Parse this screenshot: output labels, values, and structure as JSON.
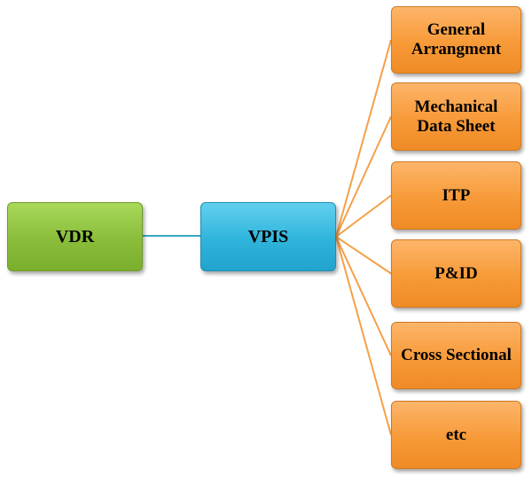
{
  "diagram": {
    "root": {
      "label": "VDR"
    },
    "hub": {
      "label": "VPIS"
    },
    "items": [
      {
        "label": "General\nArrangment"
      },
      {
        "label": "Mechanical\nData Sheet"
      },
      {
        "label": "ITP"
      },
      {
        "label": "P&ID"
      },
      {
        "label": "Cross Sectional"
      },
      {
        "label": "etc"
      }
    ]
  },
  "colors": {
    "root_fill": "#89bd3a",
    "hub_fill": "#2fb4dc",
    "item_fill": "#f79a38",
    "root_hub_line": "#3aa6c4",
    "hub_item_lines": "#f5a04a"
  }
}
